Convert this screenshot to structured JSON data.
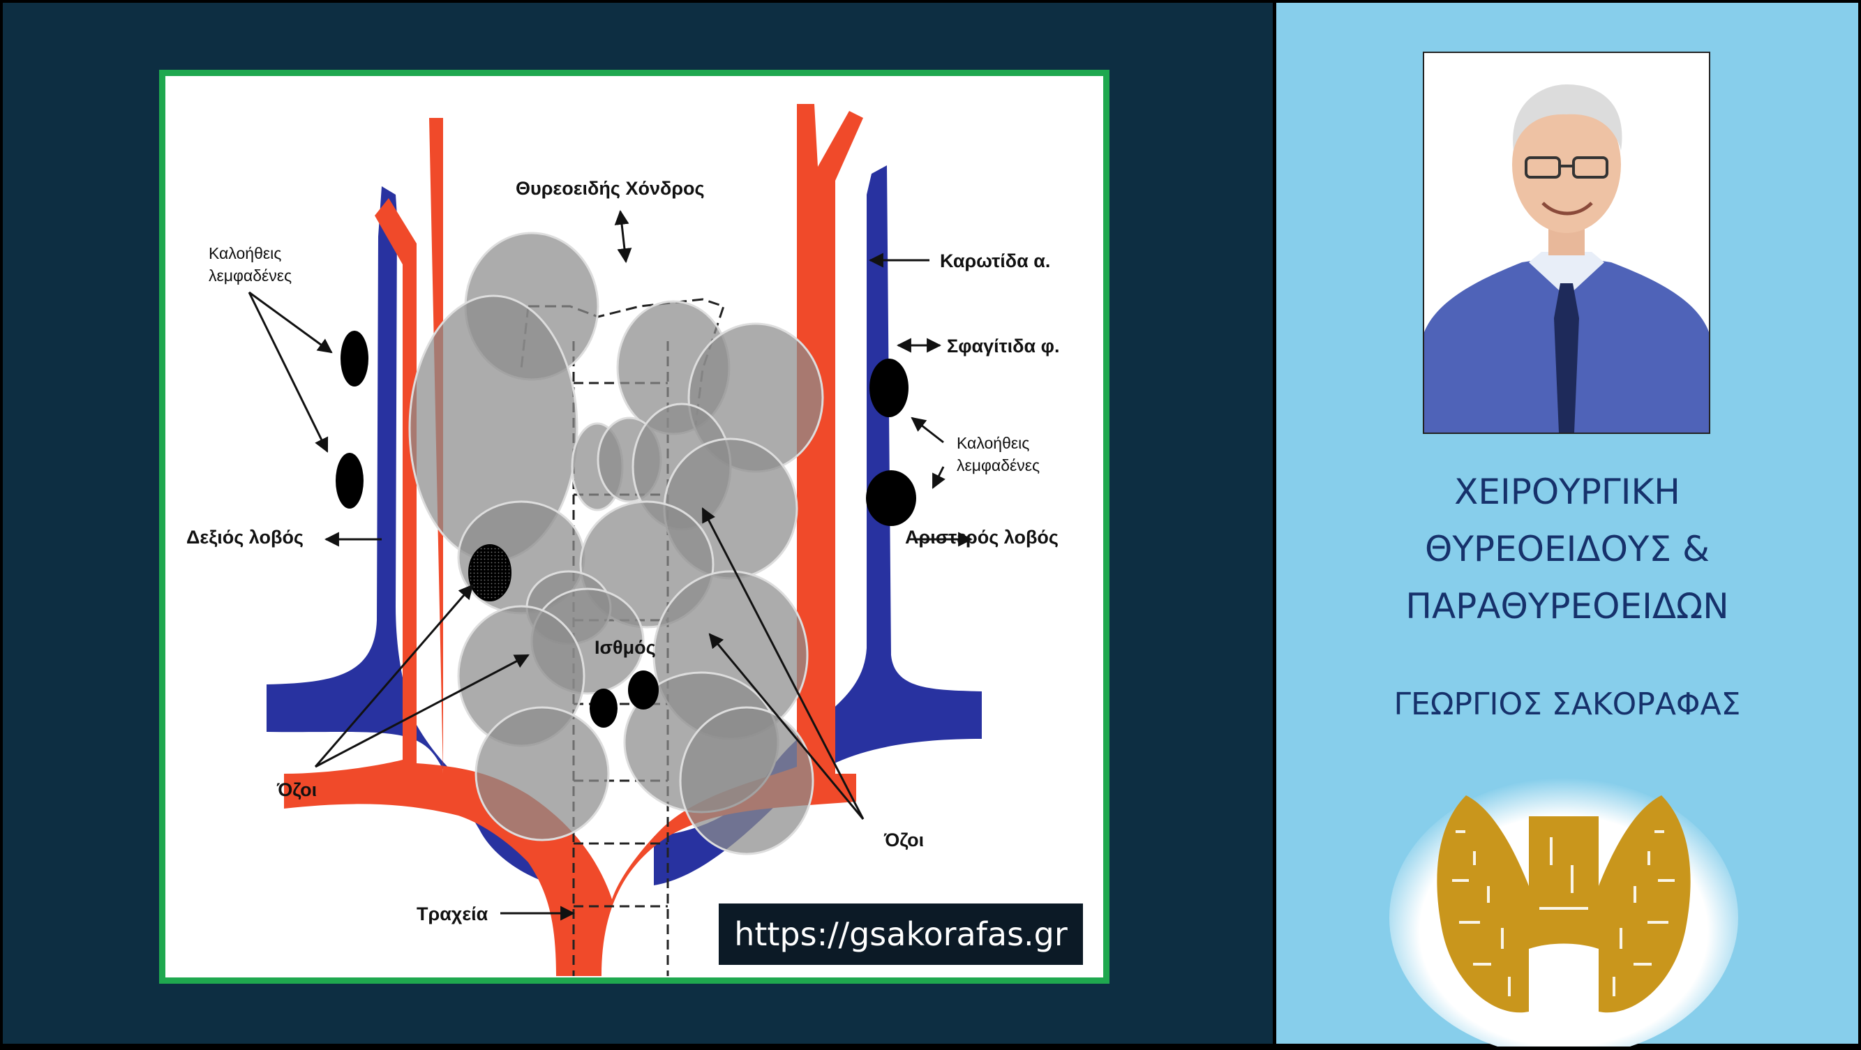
{
  "diagram": {
    "labels": {
      "thyroid_cartilage": "Θυρεοειδής Χόνδρος",
      "carotid": "Καρωτίδα α.",
      "jugular": "Σφαγίτιδα φ.",
      "benign_nodes_left_line1": "Καλοήθεις",
      "benign_nodes_left_line2": "λεμφαδένες",
      "benign_nodes_right_line1": "Καλοήθεις",
      "benign_nodes_right_line2": "λεμφαδένες",
      "right_lobe": "Δεξιός λοβός",
      "left_lobe": "Αριστερός λοβός",
      "isthmus": "Ισθμός",
      "nodules_left": "Όζοι",
      "nodules_right": "Όζοι",
      "trachea": "Τραχεία"
    },
    "url": "https://gsakorafas.gr",
    "colors": {
      "artery": "#f04a2a",
      "vein": "#2832a0",
      "nodule": "#8c8c8c",
      "frame": "#1fa84f"
    }
  },
  "sidebar": {
    "photo_icon": "portrait-photo",
    "title_line1": "ΧΕΙΡΟΥΡΓΙΚΗ",
    "title_line2": "ΘΥΡΕΟΕΙΔΟΥΣ &",
    "title_line3": "ΠΑΡΑΘΥΡΕΟΕΙΔΩΝ",
    "author": "ΓΕΩΡΓΙΟΣ ΣΑΚΟΡΑΦΑΣ",
    "logo_icon": "thyroid-gland-logo",
    "colors": {
      "background": "#87ceeb",
      "text": "#16316b",
      "logo": "#c9961c"
    }
  }
}
